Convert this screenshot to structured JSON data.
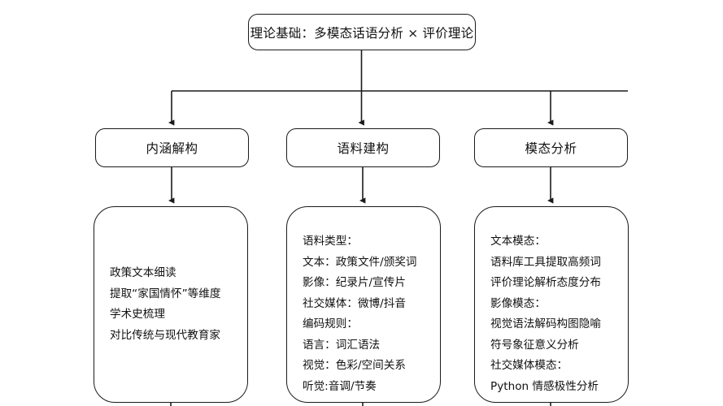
{
  "diagram": {
    "type": "flowchart",
    "orientation": "top-down",
    "line_color": "#1a1a1a",
    "box_fill": "#ffffff",
    "root": {
      "label": "理论基础：多模态话语分析 × 评价理论"
    },
    "branches": [
      {
        "id": "branch-a",
        "label": "内涵解构",
        "detail_lines": [
          "政策文本细读",
          "提取“家国情怀”等维度",
          "学术史梳理",
          "对比传统与现代教育家"
        ]
      },
      {
        "id": "branch-b",
        "label": "语料建构",
        "detail_lines": [
          "语料类型：",
          "文本：政策文件/颁奖词",
          "影像：纪录片/宣传片",
          "社交媒体：微博/抖音",
          "编码规则：",
          "语言：词汇语法",
          "视觉：色彩/空间关系",
          "听觉:音调/节奏"
        ]
      },
      {
        "id": "branch-c",
        "label": "模态分析",
        "detail_lines": [
          "文本模态：",
          "语料库工具提取高频词",
          "评价理论解析态度分布",
          "影像模态：",
          "视觉语法解码构图隐喻",
          "符号象征意义分析",
          "社交媒体模态：",
          "Python 情感极性分析"
        ]
      }
    ]
  }
}
